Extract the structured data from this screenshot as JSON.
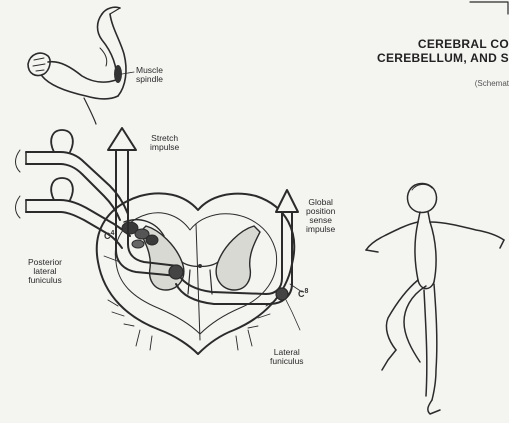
{
  "title": {
    "line1": "CEREBRAL CO",
    "line2": "CEREBELLUM, AND S",
    "subtitle": "(Schemat"
  },
  "labels": {
    "muscle_spindle": [
      "Muscle",
      "spindle"
    ],
    "stretch_impulse": [
      "Stretch",
      "impulse"
    ],
    "global_position": [
      "Global",
      "position",
      "sense",
      "impulse"
    ],
    "posterior_lateral": [
      "Posterior",
      "lateral",
      "funiculus"
    ],
    "lateral_funiculus": [
      "Lateral",
      "funiculus"
    ],
    "segment_left": "C",
    "segment_left_num": "4",
    "segment_right": "C",
    "segment_right_num": "8"
  }
}
